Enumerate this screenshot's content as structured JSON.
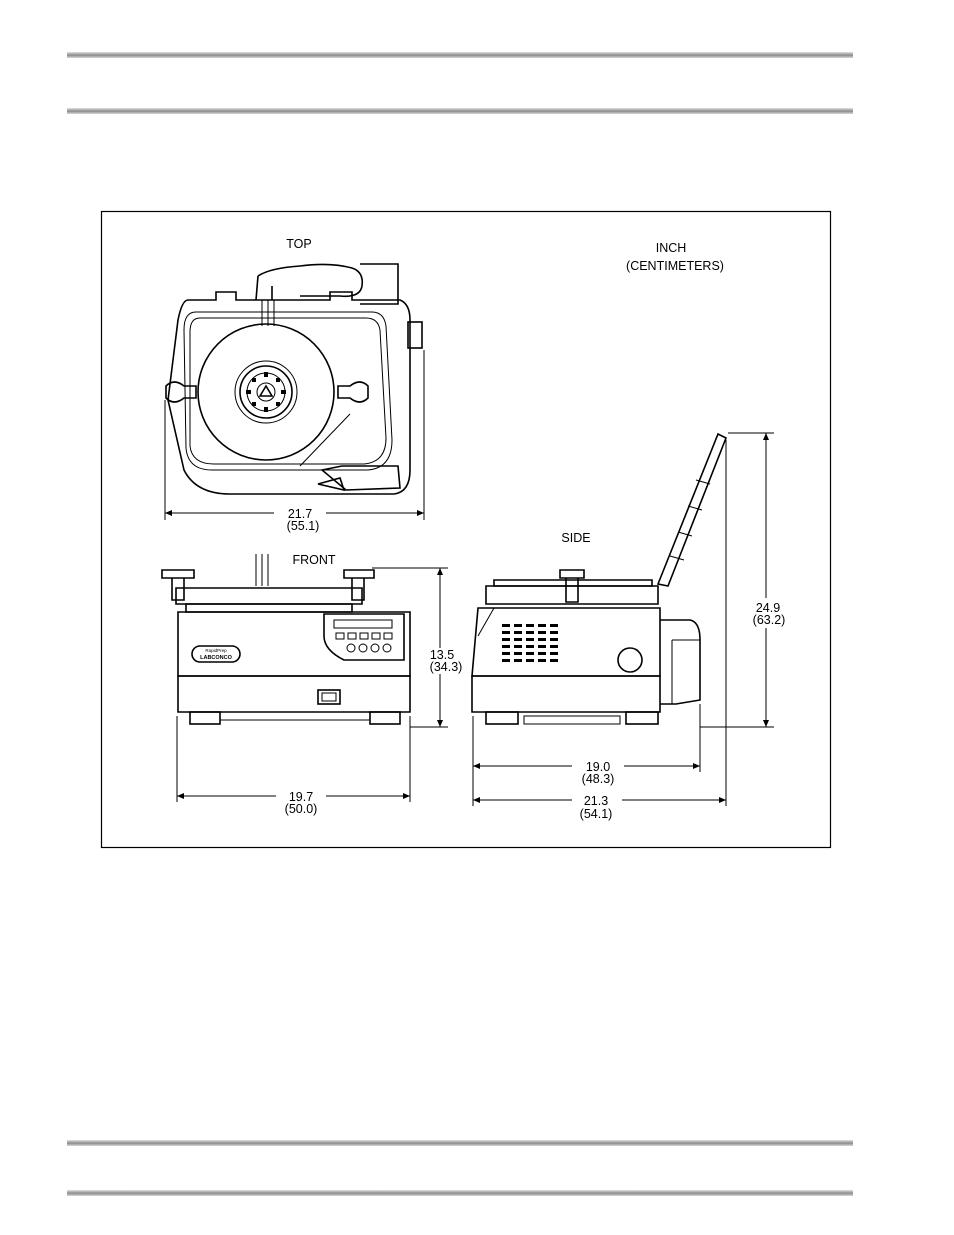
{
  "figure": {
    "units": {
      "line1": "INCH",
      "line2": "(CENTIMETERS)"
    },
    "views": {
      "top": "TOP",
      "front": "FRONT",
      "side": "SIDE"
    },
    "dimensions": {
      "top_width": {
        "inch": "21.7",
        "cm": "(55.1)"
      },
      "front_height": {
        "inch": "13.5",
        "cm": "(34.3)"
      },
      "front_width": {
        "inch": "19.7",
        "cm": "(50.0)"
      },
      "side_open_height": {
        "inch": "24.9",
        "cm": "(63.2)"
      },
      "side_depth": {
        "inch": "19.0",
        "cm": "(48.3)"
      },
      "side_overall_depth": {
        "inch": "21.3",
        "cm": "(54.1)"
      }
    },
    "product_label": {
      "line1": "RapidPrep",
      "line2": "LABCONCO"
    }
  },
  "icons": [
    "top-view-drawing",
    "front-view-drawing",
    "side-view-drawing"
  ]
}
